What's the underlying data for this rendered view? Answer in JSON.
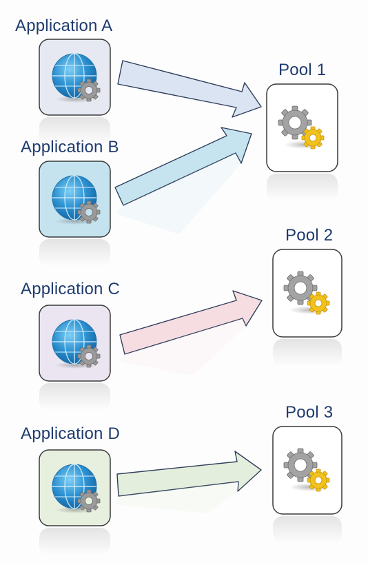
{
  "applications": [
    {
      "label": "Application A",
      "color": "#e6e9f1",
      "arrow_color": "#dbe4f2"
    },
    {
      "label": "Application B",
      "color": "#c4e3ee",
      "arrow_color": "#c6e4ef"
    },
    {
      "label": "Application C",
      "color": "#eae5f1",
      "arrow_color": "#f6dde1"
    },
    {
      "label": "Application D",
      "color": "#e7efdf",
      "arrow_color": "#e4eedc"
    }
  ],
  "pools": [
    {
      "label": "Pool 1"
    },
    {
      "label": "Pool 2"
    },
    {
      "label": "Pool 3"
    }
  ],
  "connections": [
    {
      "from": "Application A",
      "to": "Pool 1"
    },
    {
      "from": "Application B",
      "to": "Pool 1"
    },
    {
      "from": "Application C",
      "to": "Pool 2"
    },
    {
      "from": "Application D",
      "to": "Pool 3"
    }
  ],
  "colors": {
    "label_text": "#1f3b6e",
    "border": "#3a3a3a",
    "globe": "#2a8fd0",
    "gear_gray": "#9a9a9a",
    "gear_gold": "#f2c21c"
  },
  "icons": {
    "application": "globe-gear-icon",
    "pool": "gears-icon"
  }
}
